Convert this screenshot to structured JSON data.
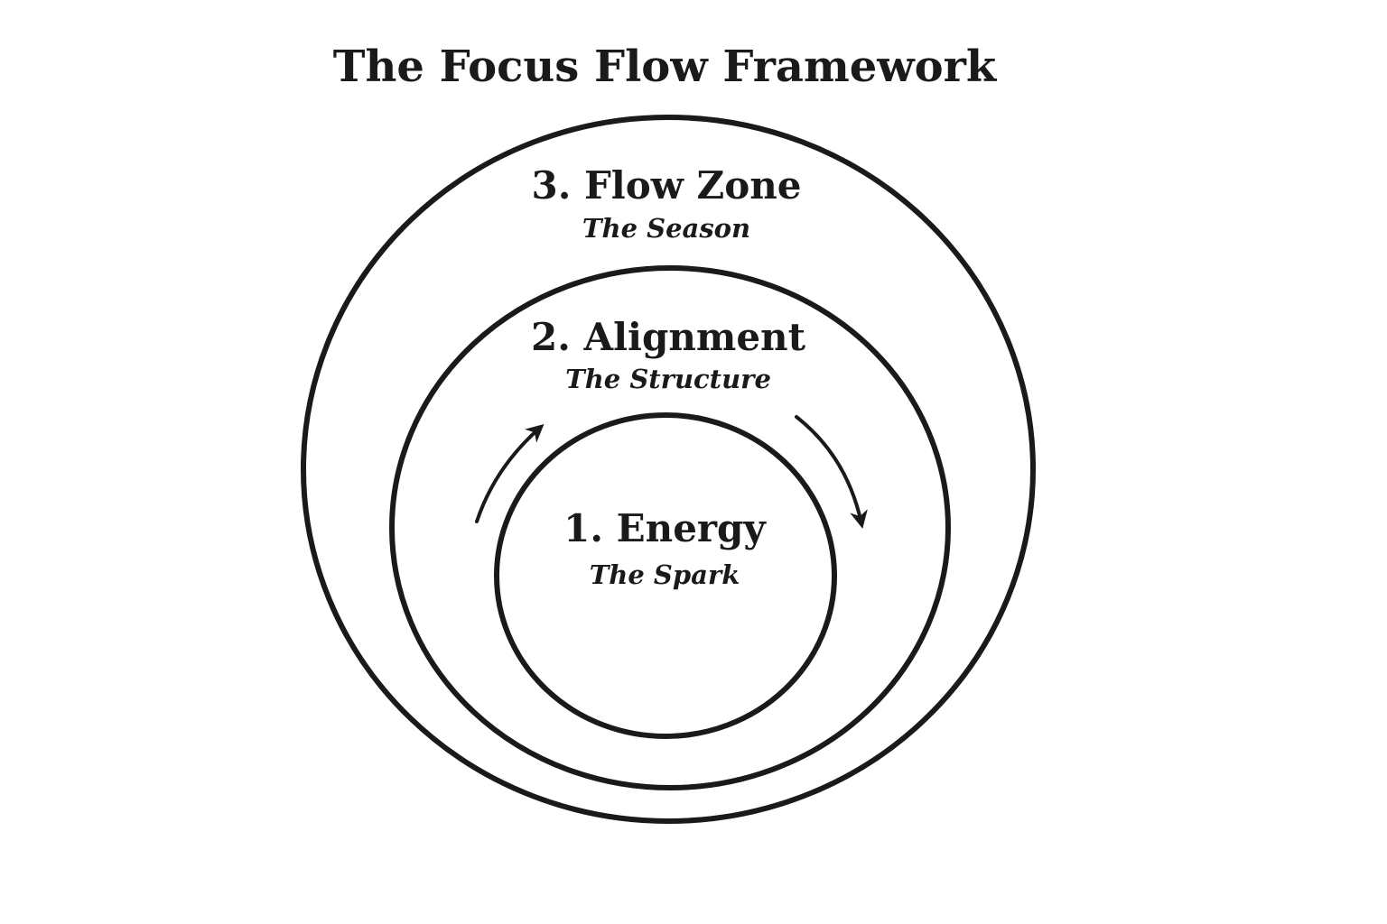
{
  "title": "The Focus Flow Framework",
  "colors": {
    "ink": "#1a1a1a",
    "background": "#ffffff"
  },
  "layers": [
    {
      "label": "1. Energy",
      "subtitle": "The Spark"
    },
    {
      "label": "2. Alignment",
      "subtitle": "The Structure"
    },
    {
      "label": "3. Flow Zone",
      "subtitle": "The Season"
    }
  ],
  "cycle_arrows": [
    "arrow-icon",
    "arrow-icon"
  ]
}
